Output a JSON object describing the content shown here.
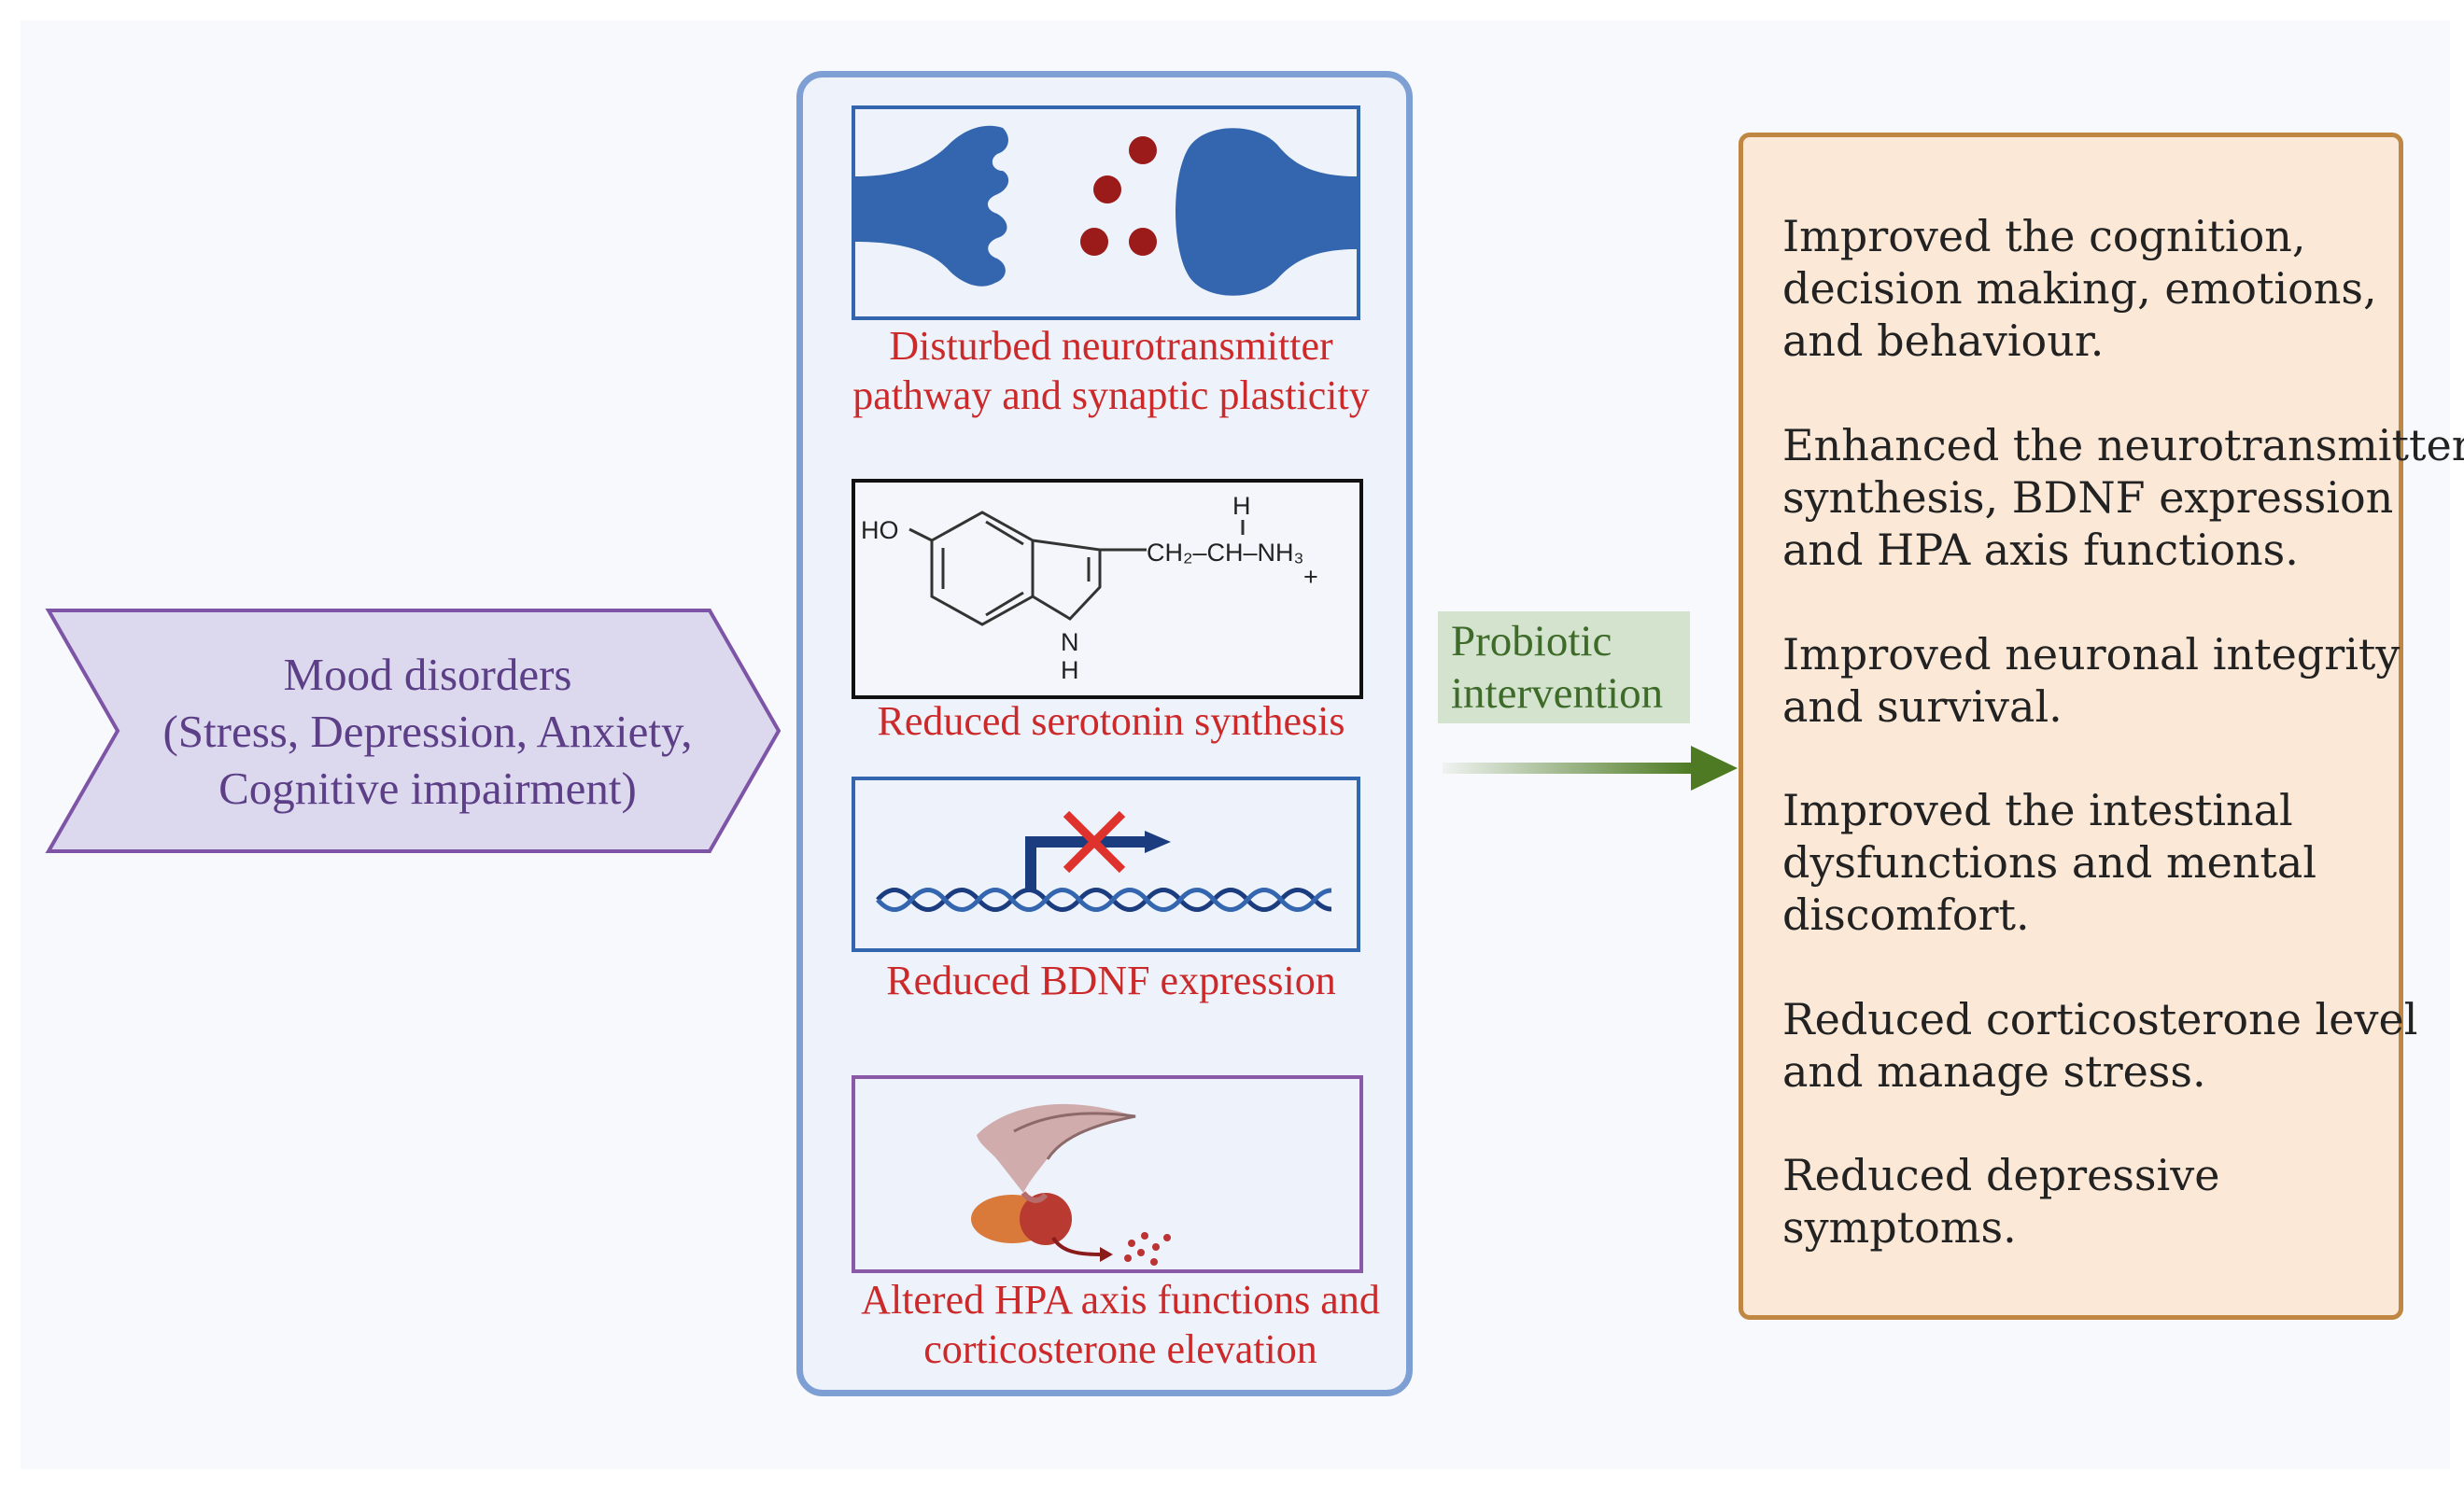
{
  "colors": {
    "mood_text": "#5c3f86",
    "mood_fill": "#dcd8ee",
    "mood_border": "#7e55a6",
    "panel_border": "#7d9fd3",
    "caption": "#cc2a2a",
    "synapse_blue": "#3466b0",
    "probiotic_fill": "#d3e3cd",
    "probiotic_text": "#3f6b2a",
    "arrow_green": "#4d7a22",
    "outcome_fill": "#fbe8d6",
    "outcome_border": "#c08743"
  },
  "mood": {
    "lines": [
      "Mood disorders",
      "(Stress, Depression, Anxiety,",
      "Cognitive impairment)"
    ]
  },
  "panel": {
    "neuro_caption": [
      "Disturbed neurotransmitter",
      "pathway and synaptic plasticity"
    ],
    "serotonin_caption": "Reduced serotonin synthesis",
    "bdnf_caption": "Reduced BDNF expression",
    "hpa_caption": [
      "Altered HPA axis functions and",
      "corticosterone elevation"
    ],
    "serotonin_labels": {
      "ho": "HO",
      "h_top": "H",
      "chain": "CH₂–CH–NH₃",
      "plus": "+",
      "nh": "N",
      "nh_h": "H",
      "h_bottom": "H"
    }
  },
  "probiotic": {
    "lines": [
      "Probiotic",
      "intervention"
    ]
  },
  "outcomes": [
    [
      "Improved the cognition,",
      "decision making, emotions,",
      "and  behaviour."
    ],
    [
      "Enhanced the neurotransmitter",
      "synthesis, BDNF expression",
      "and HPA axis functions."
    ],
    [
      "Improved neuronal integrity",
      "and survival."
    ],
    [
      "Improved the intestinal",
      "dysfunctions and mental",
      "discomfort."
    ],
    [
      "Reduced corticosterone level",
      "and manage stress."
    ],
    [
      "Reduced depressive",
      "symptoms."
    ]
  ],
  "icons": [
    "synapse-icon",
    "serotonin-structure-icon",
    "blocked-gene-expression-icon",
    "hpa-gland-icon",
    "arrow-right-icon"
  ]
}
